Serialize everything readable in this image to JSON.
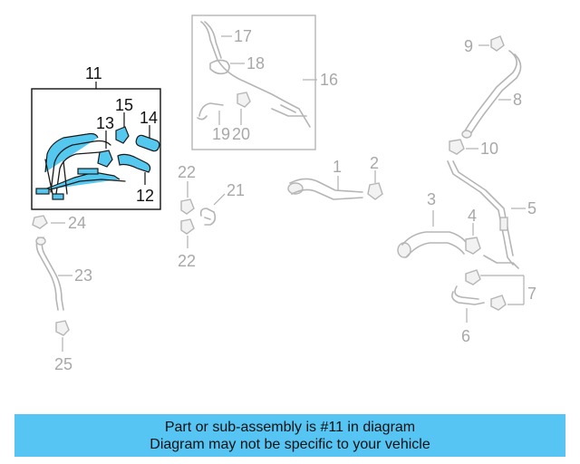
{
  "callouts": {
    "c1": "1",
    "c2": "2",
    "c3": "3",
    "c4": "4",
    "c5": "5",
    "c6": "6",
    "c7": "7",
    "c8": "8",
    "c9": "9",
    "c10": "10",
    "c11": "11",
    "c12": "12",
    "c13": "13",
    "c14": "14",
    "c15": "15",
    "c16": "16",
    "c17": "17",
    "c18": "18",
    "c19": "19",
    "c20": "20",
    "c21": "21",
    "c22a": "22",
    "c22b": "22",
    "c23": "23",
    "c24": "24",
    "c25": "25"
  },
  "banner": {
    "line1": "Part or sub-assembly is #11 in diagram",
    "line2": "Diagram may not be specific to your vehicle"
  },
  "colors": {
    "banner_bg": "#56c5f3",
    "highlight": "#55c8f0",
    "ghost_part": "#b5b5b5"
  },
  "highlighted_part": "11"
}
